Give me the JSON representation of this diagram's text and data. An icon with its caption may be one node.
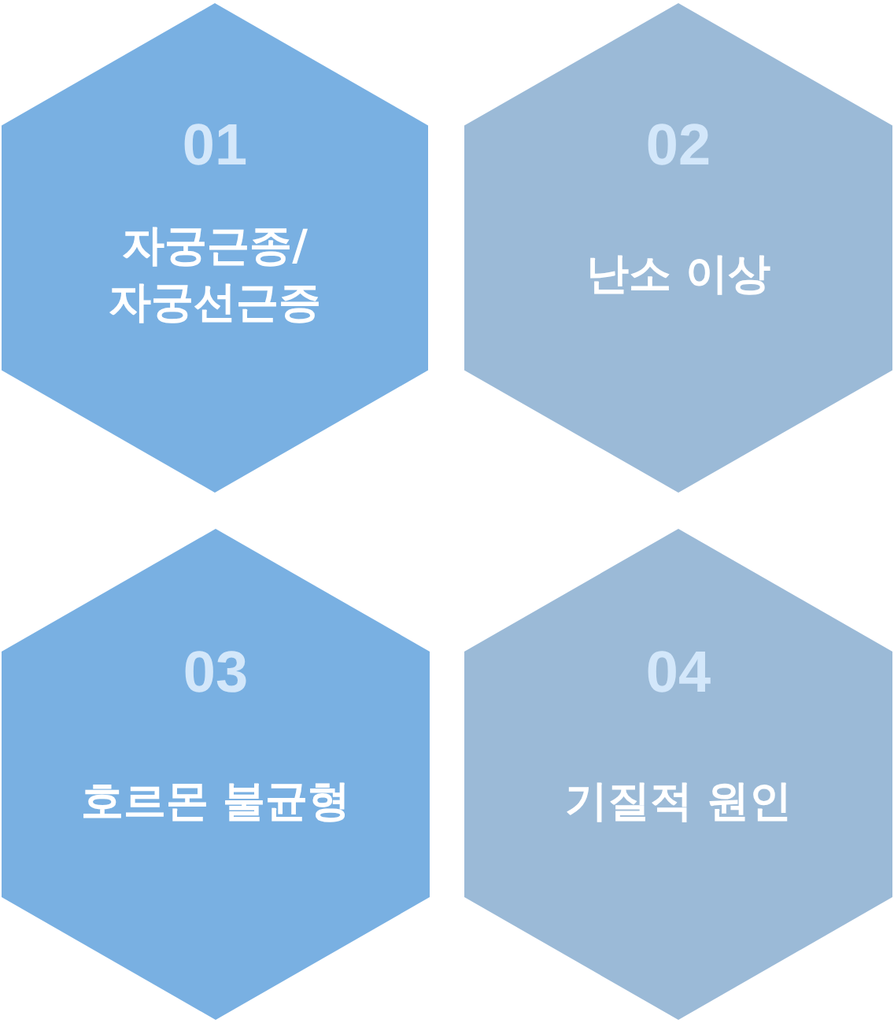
{
  "diagram": {
    "nodes": [
      {
        "text": [
          "01",
          "자궁근종/ 자궁선근증"
        ]
      },
      {
        "text": [
          "02",
          "난소 이상"
        ]
      },
      {
        "text": [
          "03",
          "호르몬 불균형"
        ]
      },
      {
        "text": [
          "04",
          "기질적 원인"
        ]
      }
    ]
  }
}
